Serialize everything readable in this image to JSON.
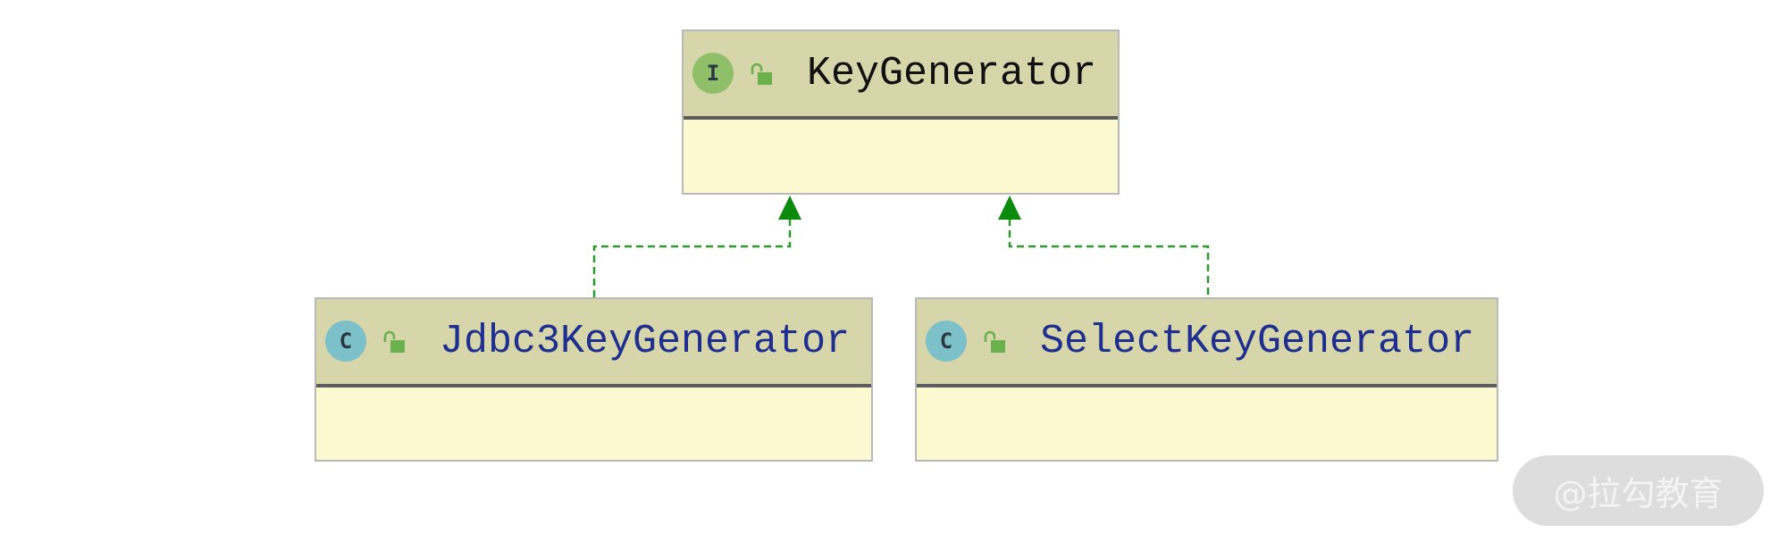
{
  "nodes": [
    {
      "name": "KeyGenerator",
      "badge": "I",
      "badge_color": "#8fbf68",
      "name_color": "#111111"
    },
    {
      "name": "Jdbc3KeyGenerator",
      "badge": "C",
      "badge_color": "#7cc0ca",
      "name_color": "#1f2f8f"
    },
    {
      "name": "SelectKeyGenerator",
      "badge": "C",
      "badge_color": "#7cc0ca",
      "name_color": "#1f2f8f"
    }
  ],
  "edges": [
    {
      "from": 1,
      "to": 0
    },
    {
      "from": 2,
      "to": 0
    }
  ],
  "icons": {
    "visibility": "unlocked-icon"
  },
  "colors": {
    "header_bg": "#d7d6ab",
    "body_bg": "#fcf9d0",
    "border": "#b9b9b9",
    "divider": "#5c5c5c",
    "arrow_head": "#0b8a0b",
    "edge_line": "#2e9a2e",
    "lock": "#6ab04c"
  },
  "watermark": {
    "text": "@拉勾教育"
  }
}
